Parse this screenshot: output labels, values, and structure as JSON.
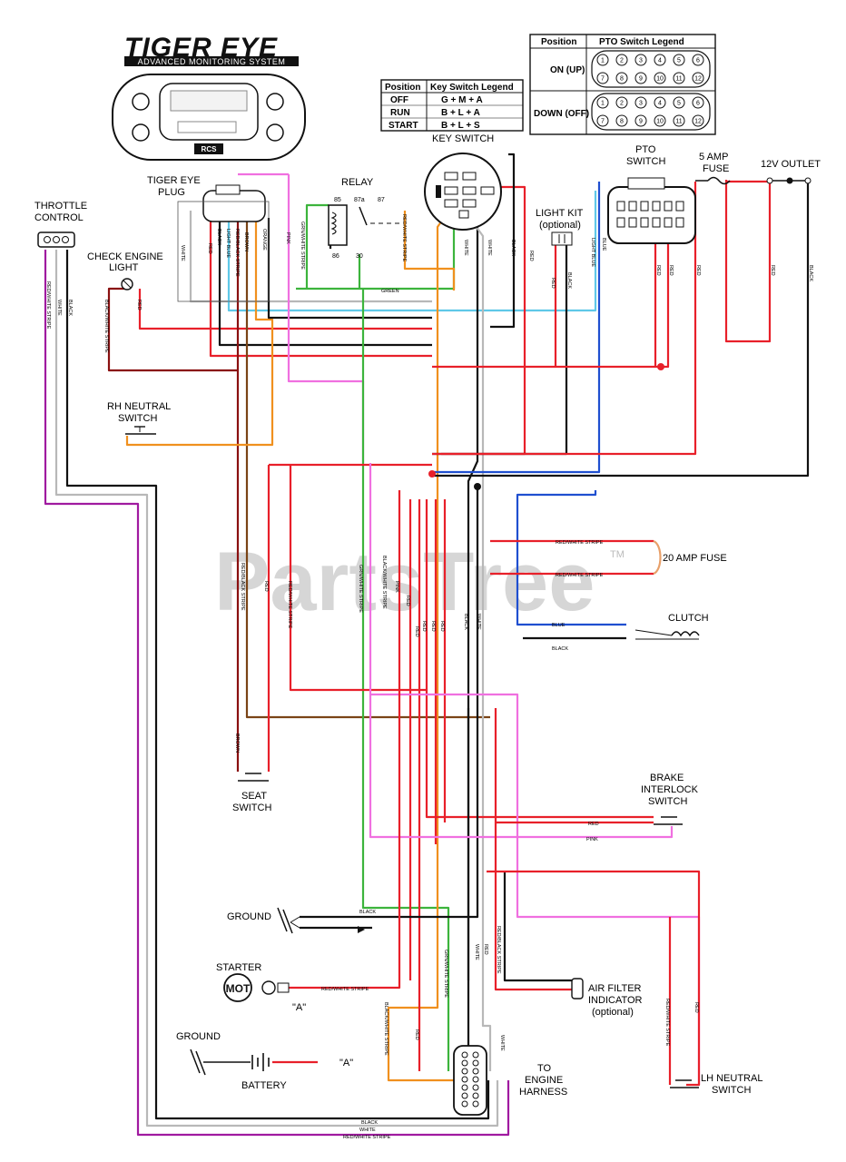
{
  "brand": {
    "logo_text": "TIGER EYE",
    "logo_subtext": "ADVANCED MONITORING SYSTEM",
    "display_mark": "RCS"
  },
  "watermark": {
    "text": "PartsTree",
    "tm": "TM"
  },
  "key_switch_legend": {
    "headers": [
      "Position",
      "Key Switch Legend"
    ],
    "rows": [
      [
        "OFF",
        "G + M + A"
      ],
      [
        "RUN",
        "B + L + A"
      ],
      [
        "START",
        "B + L + S"
      ]
    ]
  },
  "pto_switch_legend": {
    "headers": [
      "Position",
      "PTO Switch Legend"
    ],
    "rows": [
      {
        "label": "ON (UP)",
        "pins_top": [
          "1",
          "2",
          "3",
          "4",
          "5",
          "6"
        ],
        "pins_bottom": [
          "7",
          "8",
          "9",
          "10",
          "11",
          "12"
        ]
      },
      {
        "label": "DOWN (OFF)",
        "pins_top": [
          "1",
          "2",
          "3",
          "4",
          "5",
          "6"
        ],
        "pins_bottom": [
          "7",
          "8",
          "9",
          "10",
          "11",
          "12"
        ]
      }
    ]
  },
  "labels": {
    "key_switch": "KEY SWITCH",
    "pto_switch_1": "PTO",
    "pto_switch_2": "SWITCH",
    "fuse5_1": "5 AMP",
    "fuse5_2": "FUSE",
    "outlet": "12V OUTLET",
    "tiger_eye_plug_1": "TIGER EYE",
    "tiger_eye_plug_2": "PLUG",
    "relay": "RELAY",
    "light_kit_1": "LIGHT KIT",
    "light_kit_2": "(optional)",
    "throttle_1": "THROTTLE",
    "throttle_2": "CONTROL",
    "check_engine_1": "CHECK ENGINE",
    "check_engine_2": "LIGHT",
    "rh_neutral_1": "RH NEUTRAL",
    "rh_neutral_2": "SWITCH",
    "fuse20": "20 AMP FUSE",
    "clutch": "CLUTCH",
    "seat_1": "SEAT",
    "seat_2": "SWITCH",
    "brake_1": "BRAKE",
    "brake_2": "INTERLOCK",
    "brake_3": "SWITCH",
    "ground1": "GROUND",
    "starter": "STARTER",
    "starter_motor": "MOT",
    "starter_a": "\"A\"",
    "ground2": "GROUND",
    "battery": "BATTERY",
    "battery_a": "\"A\"",
    "air_filter_1": "AIR FILTER",
    "air_filter_2": "INDICATOR",
    "air_filter_3": "(optional)",
    "engine_1": "TO",
    "engine_2": "ENGINE",
    "engine_3": "HARNESS",
    "lh_neutral_1": "LH NEUTRAL",
    "lh_neutral_2": "SWITCH"
  },
  "relay_pins": [
    "85",
    "87a",
    "87",
    "86",
    "30"
  ],
  "wire_labels": {
    "white": "WHITE",
    "red": "RED",
    "black": "BLACK",
    "pink": "PINK",
    "green": "GREEN",
    "blue": "BLUE",
    "brown": "BROWN",
    "light_blue": "LIGHT BLUE",
    "orange": "ORANGE",
    "red_white": "RED/WHITE STRIPE",
    "red_black": "RED/BLACK STRIPE",
    "black_white": "BLACK/WHITE STRIPE",
    "green_white": "GRN/WHITE STRIPE",
    "red_yellow": "RED/YEL STRIPE"
  },
  "colors": {
    "red": "#e8202a",
    "black": "#111111",
    "white_wire": "#b8b8b8",
    "pink": "#f070e0",
    "green": "#3cb43c",
    "blue": "#1f4fd0",
    "light_blue": "#5fc8e8",
    "orange": "#f0901e",
    "brown": "#7a4416",
    "purple": "#a01aa0",
    "dark_red": "#8a1010"
  }
}
